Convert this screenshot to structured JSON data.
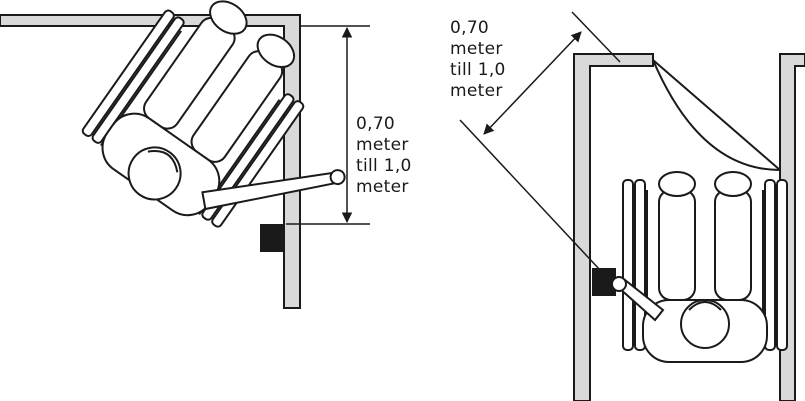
{
  "left_diagram": {
    "label_lines": [
      "0,70",
      "meter",
      "till 1,0",
      "meter"
    ]
  },
  "right_diagram": {
    "label_lines": [
      "0,70",
      "meter",
      "till 1,0",
      "meter"
    ]
  },
  "colors": {
    "line": "#1a1a1a",
    "wall_fill": "#d9d9d9",
    "button": "#1a1a1a",
    "background": "#ffffff"
  }
}
